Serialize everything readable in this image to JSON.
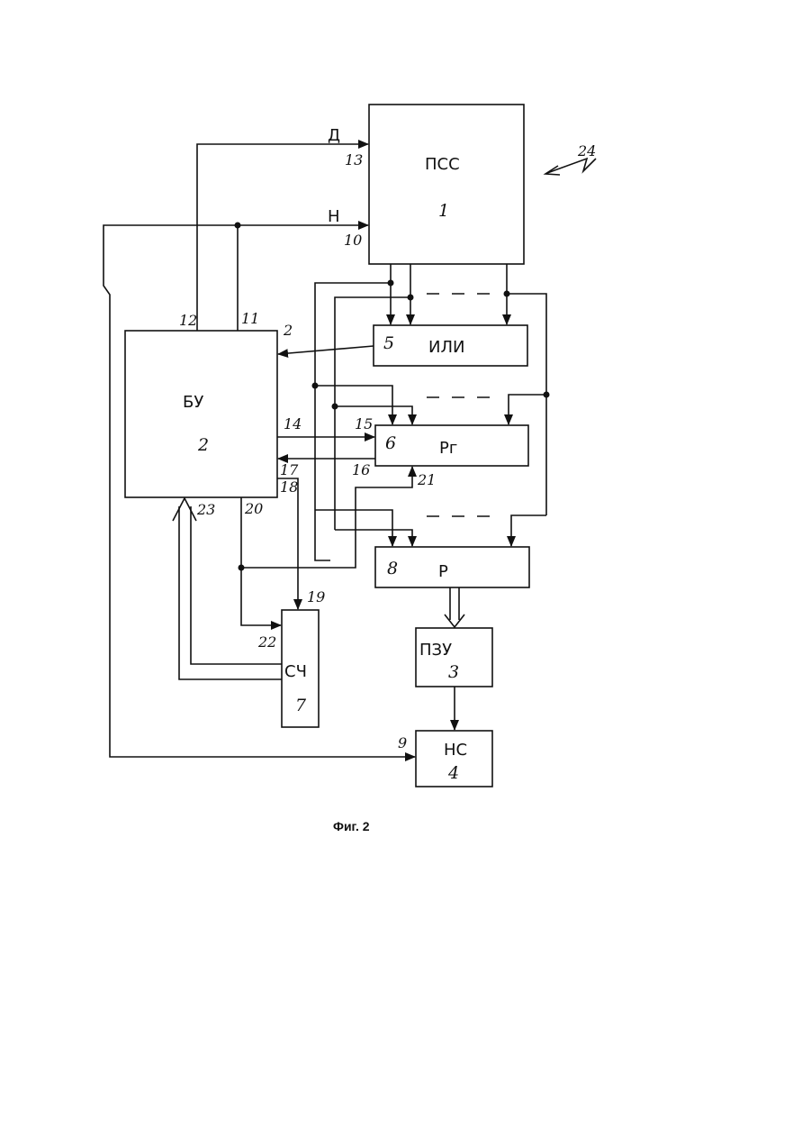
{
  "blocks": {
    "pss": {
      "name": "ПСС",
      "number": "1"
    },
    "bu": {
      "name": "БУ",
      "number": "2"
    },
    "pzu": {
      "name": "ПЗУ",
      "number": "3"
    },
    "ns": {
      "name": "НС",
      "number": "4"
    },
    "ili": {
      "name": "ИЛИ",
      "number": "5"
    },
    "rg": {
      "name": "Рг",
      "number": "6"
    },
    "sch": {
      "name": "СЧ",
      "number": "7"
    },
    "r": {
      "name": "Р",
      "number": "8"
    }
  },
  "signals": {
    "d": "Д",
    "n": "Н"
  },
  "pins": {
    "p2": "2",
    "p9": "9",
    "p10": "10",
    "p11": "11",
    "p12": "12",
    "p13": "13",
    "p14": "14",
    "p15": "15",
    "p16": "16",
    "p17": "17",
    "p18": "18",
    "p19": "19",
    "p20": "20",
    "p21": "21",
    "p22": "22",
    "p23": "23",
    "p24": "24"
  },
  "caption": "Фиг. 2"
}
